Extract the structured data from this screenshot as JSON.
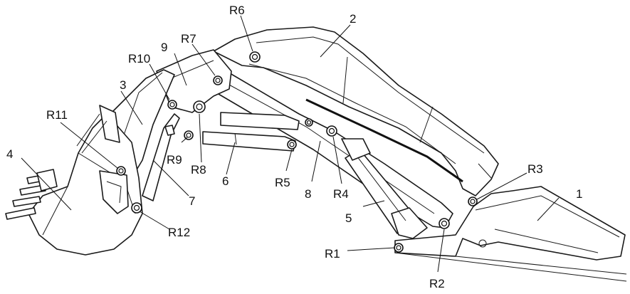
{
  "components": [
    {
      "id": "1",
      "label": "1"
    },
    {
      "id": "2",
      "label": "2"
    },
    {
      "id": "3",
      "label": "3"
    },
    {
      "id": "4",
      "label": "4"
    },
    {
      "id": "5",
      "label": "5"
    },
    {
      "id": "6",
      "label": "6"
    },
    {
      "id": "7",
      "label": "7"
    },
    {
      "id": "8",
      "label": "8"
    },
    {
      "id": "9",
      "label": "9"
    }
  ],
  "pivots": [
    {
      "id": "R1",
      "label": "R1"
    },
    {
      "id": "R2",
      "label": "R2"
    },
    {
      "id": "R3",
      "label": "R3"
    },
    {
      "id": "R4",
      "label": "R4"
    },
    {
      "id": "R5",
      "label": "R5"
    },
    {
      "id": "R6",
      "label": "R6"
    },
    {
      "id": "R7",
      "label": "R7"
    },
    {
      "id": "R8",
      "label": "R8"
    },
    {
      "id": "R9",
      "label": "R9"
    },
    {
      "id": "R10",
      "label": "R10"
    },
    {
      "id": "R11",
      "label": "R11"
    },
    {
      "id": "R12",
      "label": "R12"
    }
  ]
}
